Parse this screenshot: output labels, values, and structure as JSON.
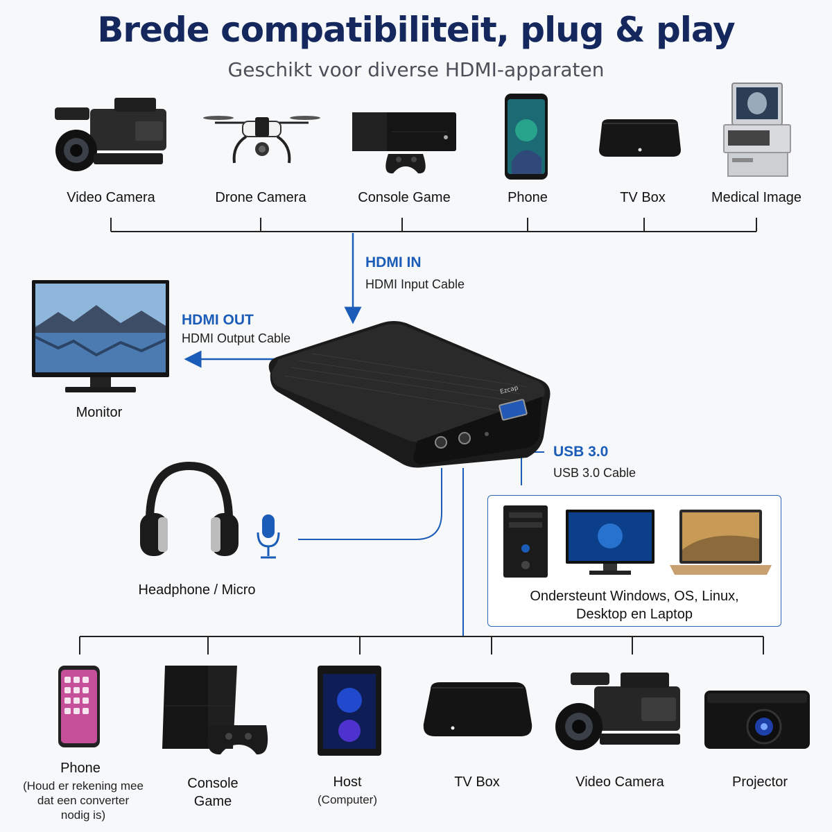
{
  "header": {
    "title": "Brede compatibiliteit, plug & play",
    "subtitle": "Geschikt voor diverse HDMI-apparaten"
  },
  "top_devices": [
    {
      "label": "Video Camera",
      "icon": "video-camera-icon"
    },
    {
      "label": "Drone Camera",
      "icon": "drone-icon"
    },
    {
      "label": "Console Game",
      "icon": "game-console-icon"
    },
    {
      "label": "Phone",
      "icon": "smartphone-icon"
    },
    {
      "label": "TV Box",
      "icon": "tv-box-icon"
    },
    {
      "label": "Medical Image",
      "icon": "medical-workstation-icon"
    }
  ],
  "connections": {
    "hdmi_in": {
      "title": "HDMI IN",
      "subtitle": "HDMI Input Cable"
    },
    "hdmi_out": {
      "title": "HDMI OUT",
      "subtitle": "HDMI Output Cable"
    },
    "usb": {
      "title": "USB 3.0",
      "subtitle": "USB 3.0 Cable"
    }
  },
  "capture_device": {
    "brand": "Ezcap",
    "icon": "capture-card-icon"
  },
  "monitor": {
    "label": "Monitor",
    "icon": "monitor-icon"
  },
  "audio": {
    "label": "Headphone / Micro",
    "icons": [
      "headphone-icon",
      "microphone-icon"
    ]
  },
  "os_support": {
    "line1": "Ondersteunt Windows, OS, Linux,",
    "line2": "Desktop en Laptop",
    "icons": [
      "desktop-tower-icon",
      "desktop-monitor-icon",
      "laptop-icon"
    ]
  },
  "bottom_devices": [
    {
      "label": "Phone",
      "note_lines": [
        "(Houd er rekening mee",
        "dat een converter",
        "nodig is)"
      ],
      "icon": "smartphone-icon"
    },
    {
      "label_lines": [
        "Console",
        "Game"
      ],
      "icon": "playstation-icon"
    },
    {
      "label": "Host",
      "note_lines": [
        "(Computer)"
      ],
      "icon": "pc-tower-icon"
    },
    {
      "label": "TV Box",
      "icon": "tv-box-icon"
    },
    {
      "label": "Video Camera",
      "icon": "video-camera-icon"
    },
    {
      "label": "Projector",
      "icon": "projector-icon"
    }
  ],
  "colors": {
    "title": "#14285e",
    "accent_blue": "#1a5cb8",
    "wire_dark": "#222222"
  }
}
